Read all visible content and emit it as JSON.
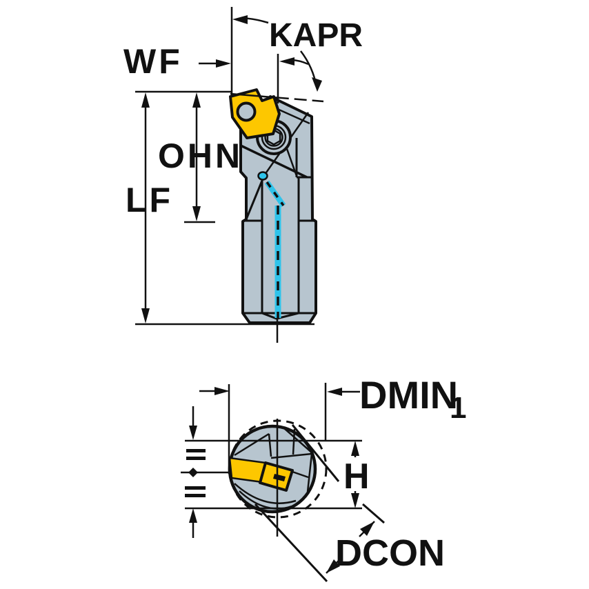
{
  "labels": {
    "kapr": "KAPR",
    "wf": "WF",
    "ohn": "OHN",
    "lf": "LF",
    "dmin": "DMIN",
    "dmin_sub": "1",
    "h": "H",
    "dcon": "DCON"
  },
  "colors": {
    "background": "#ffffff",
    "ink": "#111111",
    "body_gray": "#b7c5cf",
    "insert_yellow": "#fdc700",
    "coolant_cyan": "#2fc3ea"
  }
}
